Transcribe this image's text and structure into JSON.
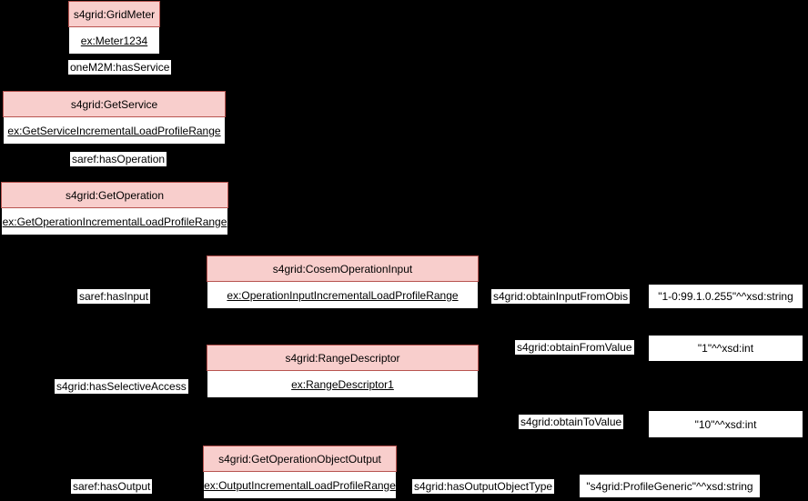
{
  "diagram": {
    "kind": "rdf-instance-diagram",
    "colors": {
      "background": "#000000",
      "class_header_bg": "#F8CECC",
      "class_header_border": "#B85450",
      "instance_bg": "#FFFFFF",
      "text": "#000000"
    },
    "nodes": [
      {
        "class_label": "s4grid:GridMeter",
        "instance_label": "ex:Meter1234"
      },
      {
        "class_label": "s4grid:GetService",
        "instance_label": "ex:GetServiceIncrementalLoadProfileRange"
      },
      {
        "class_label": "s4grid:GetOperation",
        "instance_label": "ex:GetOperationIncrementalLoadProfileRange"
      },
      {
        "class_label": "s4grid:CosemOperationInput",
        "instance_label": "ex:OperationInputIncrementalLoadProfileRange"
      },
      {
        "class_label": "s4grid:RangeDescriptor",
        "instance_label": "ex:RangeDescriptor1"
      },
      {
        "class_label": "s4grid:GetOperationObjectOutput",
        "instance_label": "ex:OutputIncrementalLoadProfileRange"
      }
    ],
    "property_labels": [
      {
        "text": "oneM2M:hasService"
      },
      {
        "text": "saref:hasOperation"
      },
      {
        "text": "saref:hasInput"
      },
      {
        "text": "s4grid:obtainInputFromObis"
      },
      {
        "text": "s4grid:obtainFromValue"
      },
      {
        "text": "s4grid:hasSelectiveAccess"
      },
      {
        "text": "s4grid:obtainToValue"
      },
      {
        "text": "saref:hasOutput"
      },
      {
        "text": "s4grid:hasOutputObjectType"
      }
    ],
    "literals": [
      {
        "text": "\"1-0:99.1.0.255\"^^xsd:string"
      },
      {
        "text": "\"1\"^^xsd:int"
      },
      {
        "text": "\"10\"^^xsd:int"
      },
      {
        "text": "\"s4grid:ProfileGeneric\"^^xsd:string"
      }
    ]
  }
}
